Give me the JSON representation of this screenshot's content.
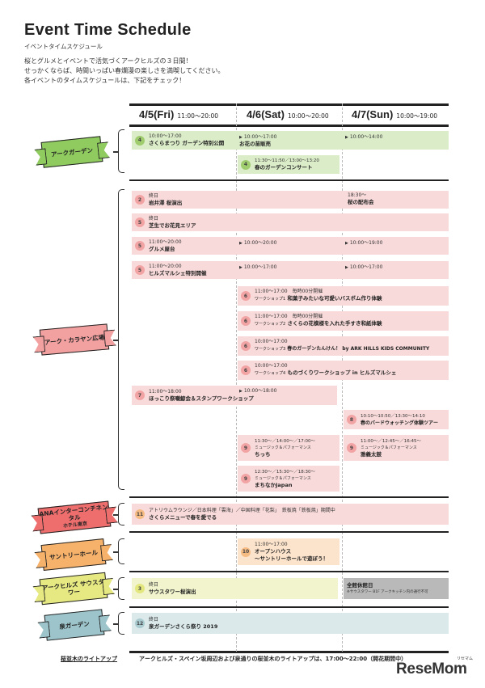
{
  "header": {
    "title": "Event Time Schedule",
    "subtitle": "イベントタイムスケジュール",
    "intro": [
      "桜とグルメとイベントで活気づくアークヒルズの３日間！",
      "せっかくならば、時間いっぱい春爛漫の楽しさを満喫してください。",
      "各イベントのタイムスケジュールは、下記をチェック！"
    ]
  },
  "days": [
    {
      "date": "4/5(Fri)",
      "time": "11:00～20:00"
    },
    {
      "date": "4/6(Sat)",
      "time": "10:00～20:00"
    },
    {
      "date": "4/7(Sun)",
      "time": "10:00～19:00"
    }
  ],
  "venues": {
    "ark_garden": "アークガーデン",
    "karajan": "アーク・カラヤン広場",
    "ana": [
      "ANAインターコンチネンタル",
      "ホテル東京"
    ],
    "suntory": "サントリーホール",
    "sausu": "アークヒルズ サウスタワー",
    "izumi": "泉ガーデン"
  },
  "events": {
    "e1": {
      "num": "4",
      "time": "10:00～17:00",
      "name": "さくらまつり ガーデン特別公開"
    },
    "e1b": {
      "time": "10:00～17:00",
      "name": "お花の苗販売"
    },
    "e1c": {
      "time": "10:00～14:00"
    },
    "e2": {
      "num": "4",
      "time": "11:30～11:50／13:00～13:20",
      "name": "春のガーデンコンサート"
    },
    "e3": {
      "num": "2",
      "time": "終日",
      "name": "岩井澤 桜演出"
    },
    "e3b": {
      "time": "18:30～",
      "name": "桜の配布会"
    },
    "e4": {
      "num": "5",
      "time": "終日",
      "name": "芝生でお花見エリア"
    },
    "e5": {
      "num": "5",
      "time": "11:00～20:00",
      "name": "グルメ屋台"
    },
    "e5b": {
      "time": "10:00～20:00"
    },
    "e5c": {
      "time": "10:00～19:00"
    },
    "e6": {
      "num": "5",
      "time": "11:00～20:00",
      "name": "ヒルズマルシェ特別開催"
    },
    "e6b": {
      "time": "10:00～17:00"
    },
    "e6c": {
      "time": "10:00～17:00"
    },
    "w1": {
      "num": "6",
      "time": "11:00～17:00　毎時00分開催",
      "prefix": "ワークショップ1",
      "name": "和菓子みたいな可愛いバスボム作り体験"
    },
    "w2": {
      "num": "6",
      "time": "11:00～17:00　毎時00分開催",
      "prefix": "ワークショップ2",
      "name": "さくらの花模様を入れた手すき和紙体験"
    },
    "w3": {
      "num": "6",
      "time": "10:00～17:00",
      "prefix": "ワークショップ3",
      "name": "春のガーデンたんけん！ by ARK HILLS KIDS COMMUNITY"
    },
    "w4": {
      "num": "6",
      "time": "10:00～17:00",
      "prefix": "ワークショップ4",
      "name": "ものづくりワークショップ in ヒルズマルシェ"
    },
    "e7": {
      "num": "7",
      "time": "11:00～18:00",
      "name": "ほっこり祭囃鯨会＆スタンプワークショップ"
    },
    "e7b": {
      "time": "10:00～18:00"
    },
    "e8": {
      "num": "8",
      "time": "10:10～10:50／13:30～14:10",
      "name": "春のバードウォッチング体験ツアー"
    },
    "m1": {
      "num": "9",
      "time": "11:30～／14:00～／17:00～",
      "sub": "ミュージック＆パフォーマンス",
      "name": "ちっち"
    },
    "m2": {
      "num": "9",
      "time": "11:00～／12:45～／16:45～",
      "sub": "ミュージック＆パフォーマンス",
      "name": "雅義太鼓"
    },
    "m3": {
      "num": "9",
      "time": "12:30～／15:30～／18:30～",
      "sub": "ミュージック＆パフォーマンス",
      "name": "まちなかJapan"
    },
    "e11": {
      "num": "11",
      "time": "アトリウムラウンジ／日本料理「雲海」／中国料理「花梨」　鉄板焼「鉄板焼」期間中",
      "name": "さくらメニューで春を愛でる"
    },
    "e10": {
      "num": "10",
      "time": "11:00～17:00",
      "name": "オープンハウス",
      "name2": "～サントリーホールで遊ぼう！"
    },
    "e3s": {
      "num": "3",
      "time": "終日",
      "name": "サウスタワー桜演出"
    },
    "closed": {
      "name": "全館休館日",
      "note": "※サウスタワー B1F アークキッチン内の通行不可"
    },
    "e12": {
      "num": "12",
      "time": "終日",
      "name": "泉ガーデンさくら祭り 2019"
    }
  },
  "footer": {
    "label": "桜並木のライトアップ",
    "text": "アークヒルズ・スペイン坂周辺および泉通りの桜並木のライトアップは、17:00～22:00（開花期間中）",
    "logo": "ReseMom",
    "logo_small": "リセマム"
  },
  "colors": {
    "green": "#dbecc8",
    "pink": "#f9dada",
    "peach": "#fce3cb",
    "yellow": "#f1f4cc",
    "blue": "#dbe9ea",
    "grey": "#b9b9b9"
  }
}
